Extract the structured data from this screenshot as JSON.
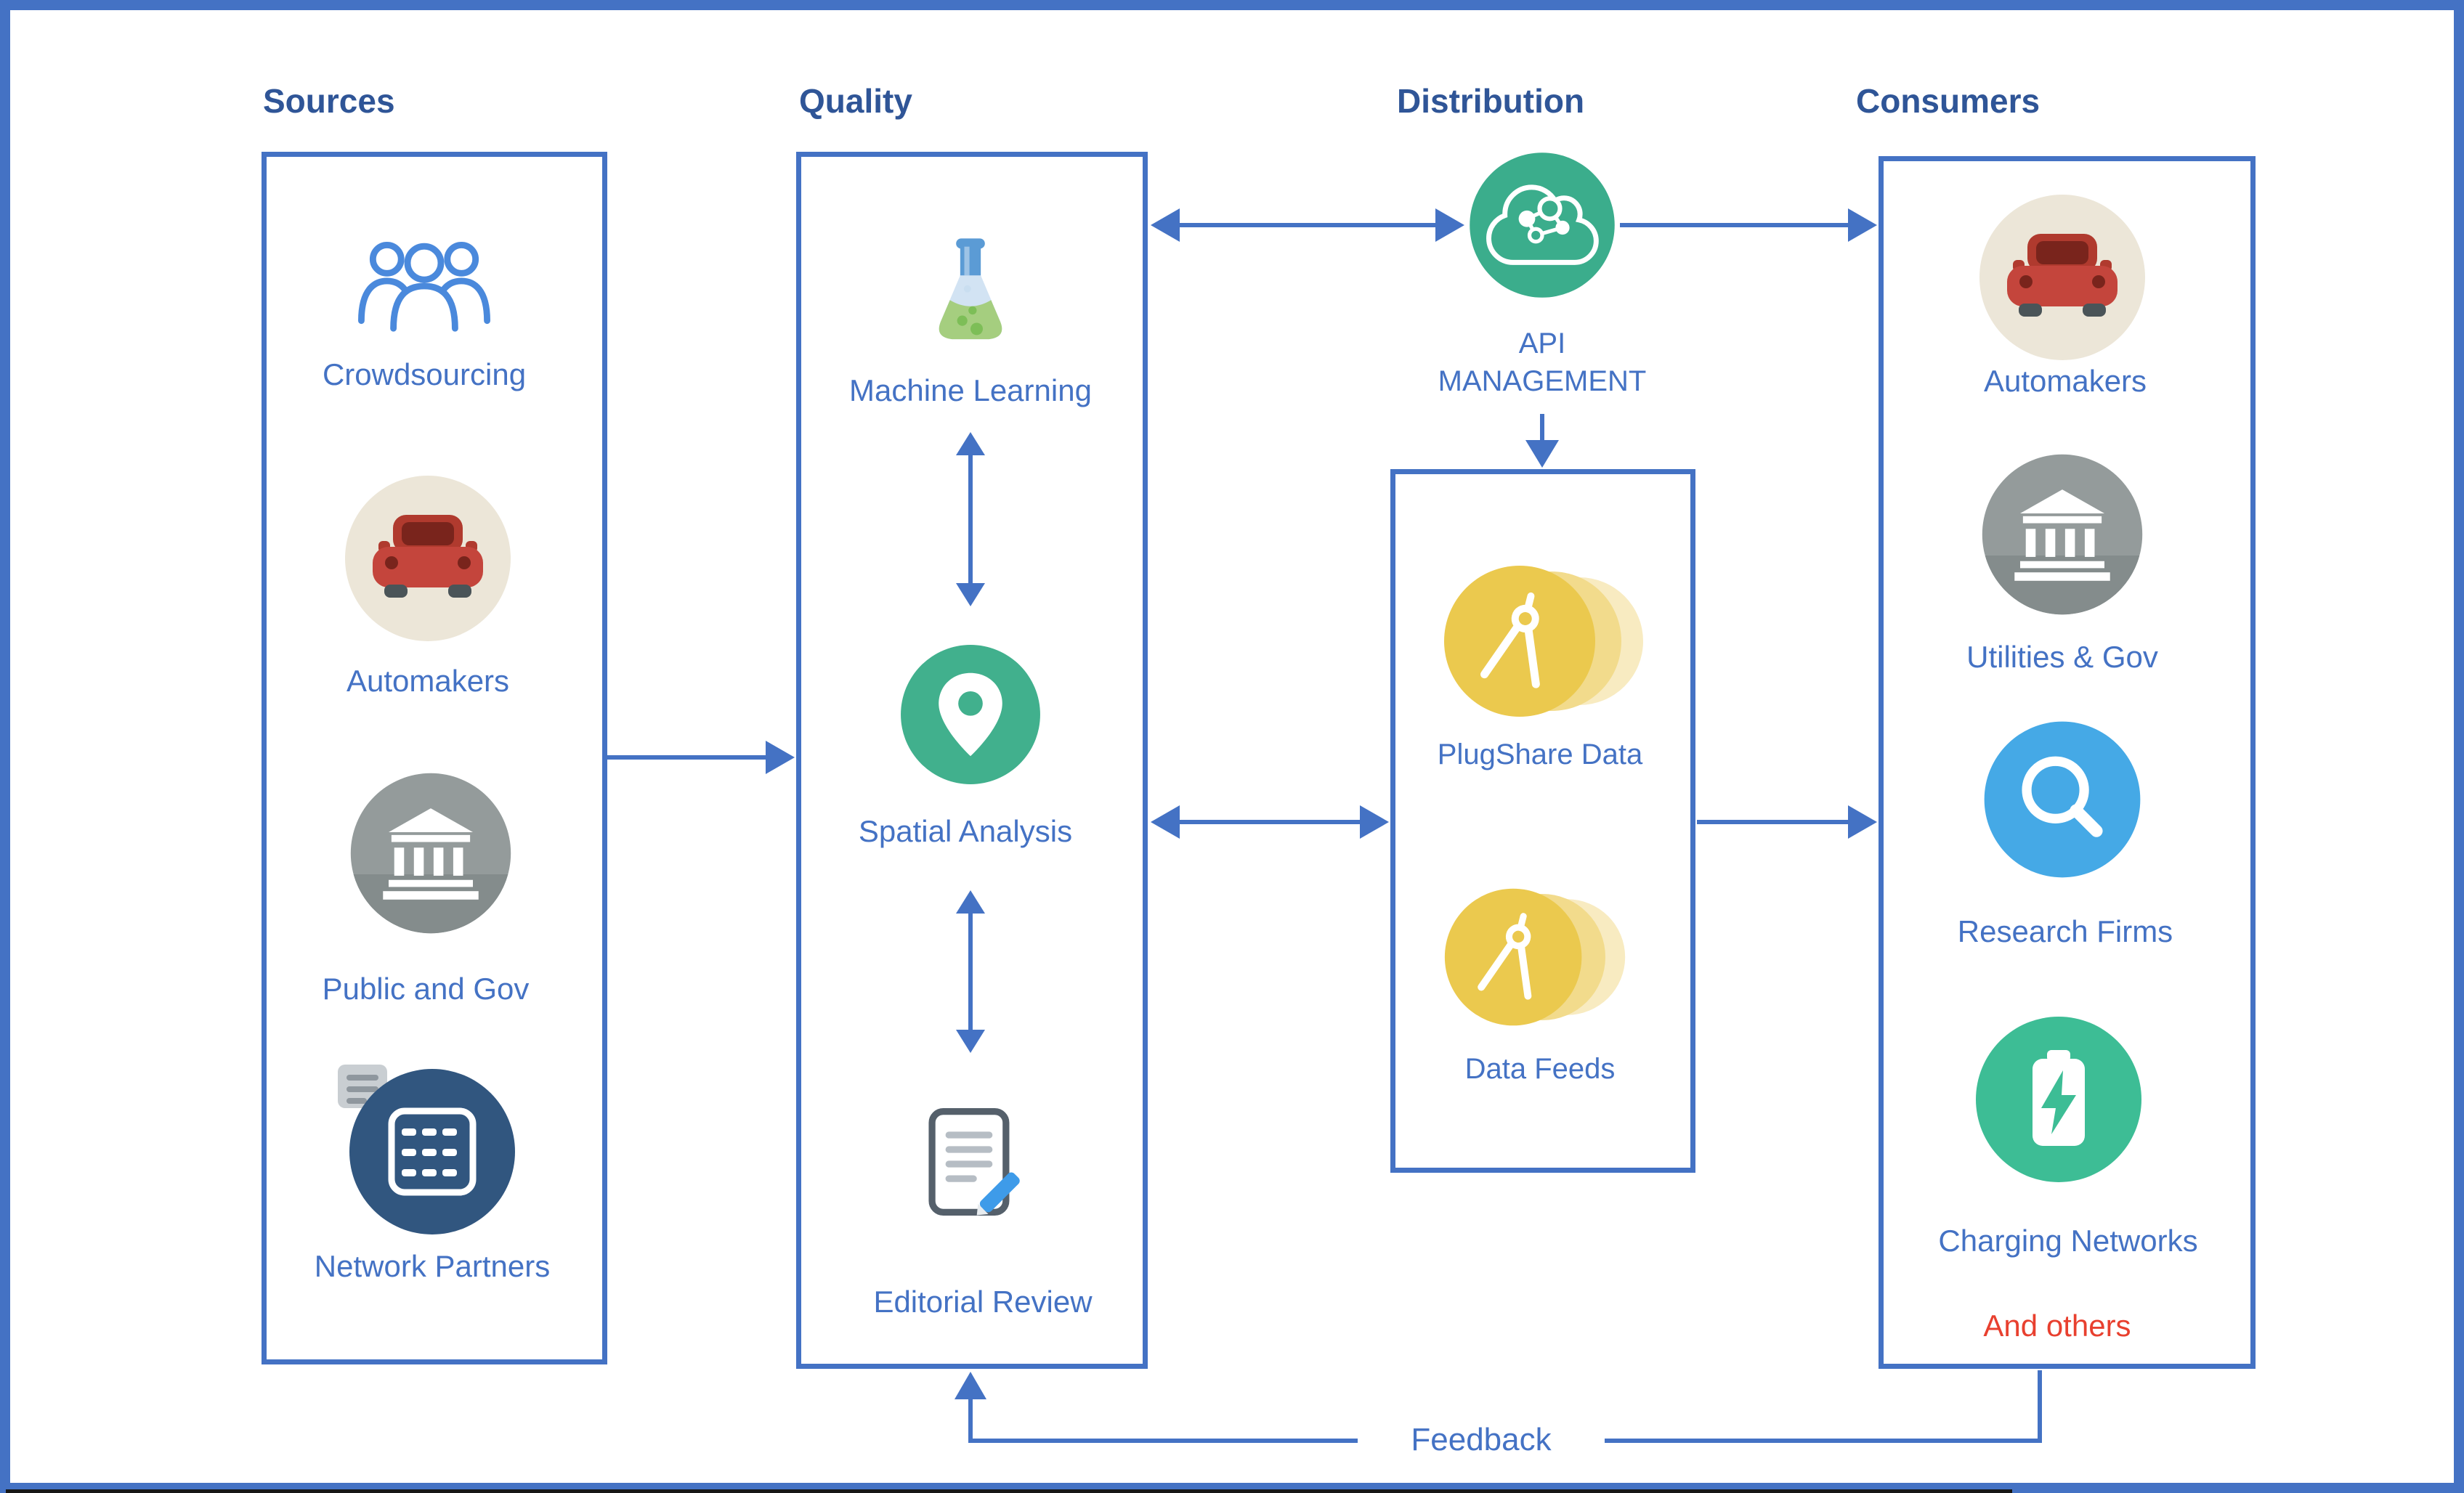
{
  "sources": {
    "title": "Sources",
    "items": [
      {
        "label": "Crowdsourcing",
        "icon": "crowdsourcing-icon"
      },
      {
        "label": "Automakers",
        "icon": "car-icon"
      },
      {
        "label": "Public and Gov",
        "icon": "bank-icon"
      },
      {
        "label": "Network Partners",
        "icon": "server-grid-icon"
      }
    ]
  },
  "quality": {
    "title": "Quality",
    "items": [
      {
        "label": "Machine Learning",
        "icon": "flask-icon"
      },
      {
        "label": "Spatial Analysis",
        "icon": "map-pin-icon"
      },
      {
        "label": "Editorial Review",
        "icon": "document-pencil-icon"
      }
    ]
  },
  "distribution": {
    "title": "Distribution",
    "api_label": "API\nMANAGEMENT",
    "api_icon": "cloud-network-icon",
    "items": [
      {
        "label": "PlugShare Data",
        "icon": "compass-icon"
      },
      {
        "label": "Data Feeds",
        "icon": "compass-icon"
      }
    ]
  },
  "consumers": {
    "title": "Consumers",
    "items": [
      {
        "label": "Automakers",
        "icon": "car-icon"
      },
      {
        "label": "Utilities & Gov",
        "icon": "bank-icon"
      },
      {
        "label": "Research Firms",
        "icon": "magnifier-icon"
      },
      {
        "label": "Charging Networks",
        "icon": "battery-bolt-icon"
      }
    ],
    "footnote": "And others"
  },
  "feedback": {
    "label": "Feedback"
  },
  "colors": {
    "border_blue": "#4472C4",
    "heading_blue": "#2F5597",
    "label_blue": "#4472C4",
    "footnote_red": "#E8402F",
    "green": "#3BAD8C",
    "yellow": "#EBC94E",
    "sky_blue": "#45A9E6",
    "gray": "#949B9B",
    "navy": "#31567F",
    "car_red": "#C4453C",
    "beige": "#ECE6D8"
  }
}
